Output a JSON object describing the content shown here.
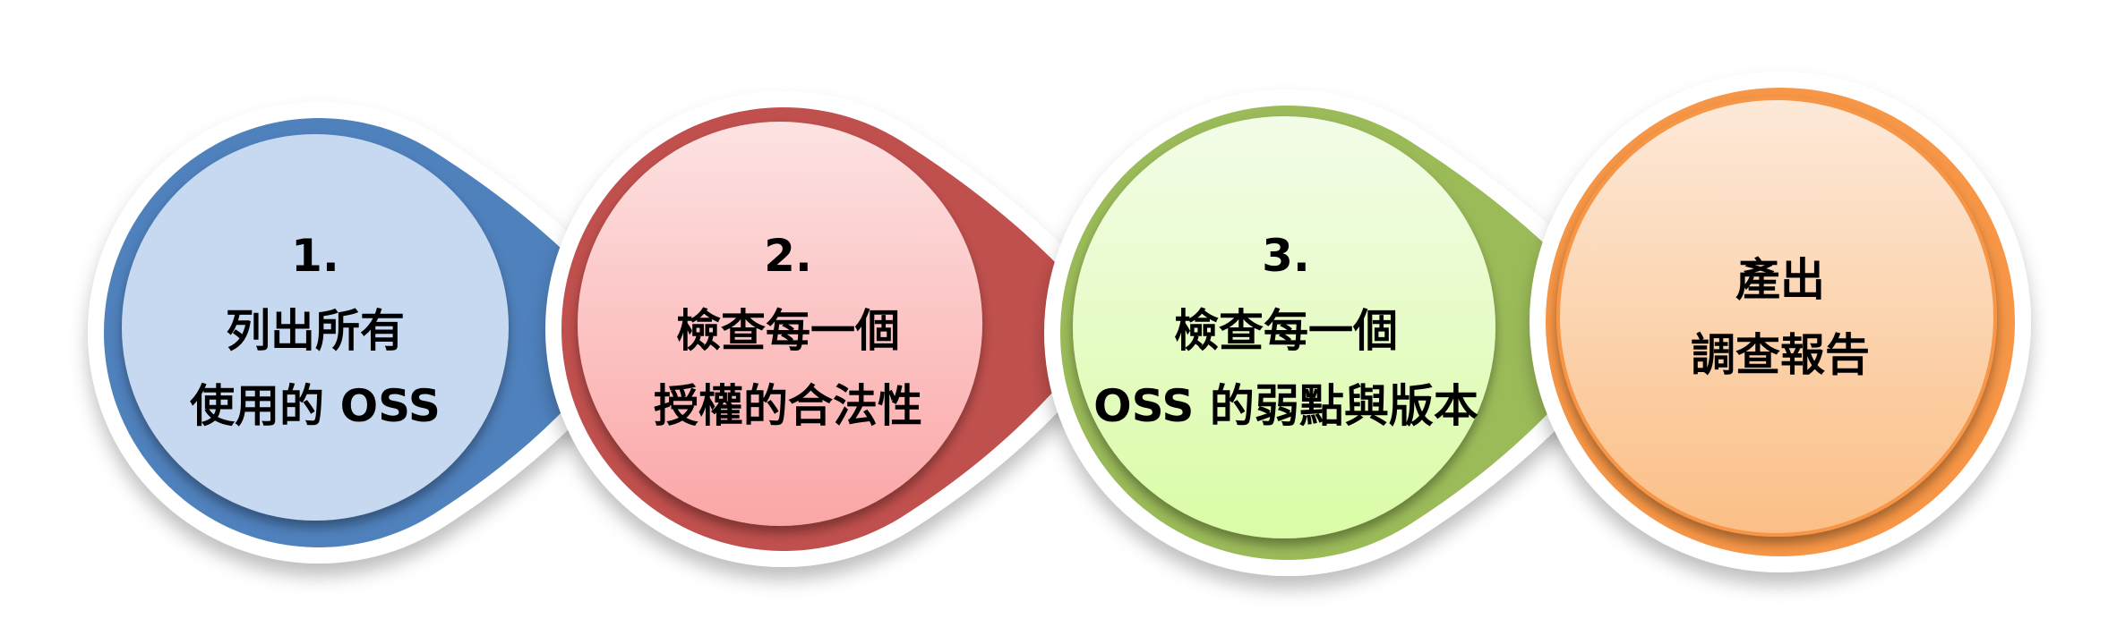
{
  "steps": [
    {
      "lines": [
        "1.",
        "列出所有",
        "使用的 OSS"
      ],
      "ring_color": "#4f81bd",
      "fill_top": "#c6d9f1",
      "fill_bottom": "#c6d9f1"
    },
    {
      "lines": [
        "2.",
        "檢查每一個",
        "授權的合法性"
      ],
      "ring_color": "#c0504d",
      "fill_top": "#fde2e2",
      "fill_bottom": "#fba6a6"
    },
    {
      "lines": [
        "3.",
        "檢查每一個",
        "OSS 的弱點與版本"
      ],
      "ring_color": "#9bbb59",
      "fill_top": "#f3fce8",
      "fill_bottom": "#dafca6"
    },
    {
      "lines": [
        "產出",
        "調查報告"
      ],
      "ring_color": "#f79646",
      "fill_top": "#fde9d9",
      "fill_bottom": "#fbbf86"
    }
  ]
}
